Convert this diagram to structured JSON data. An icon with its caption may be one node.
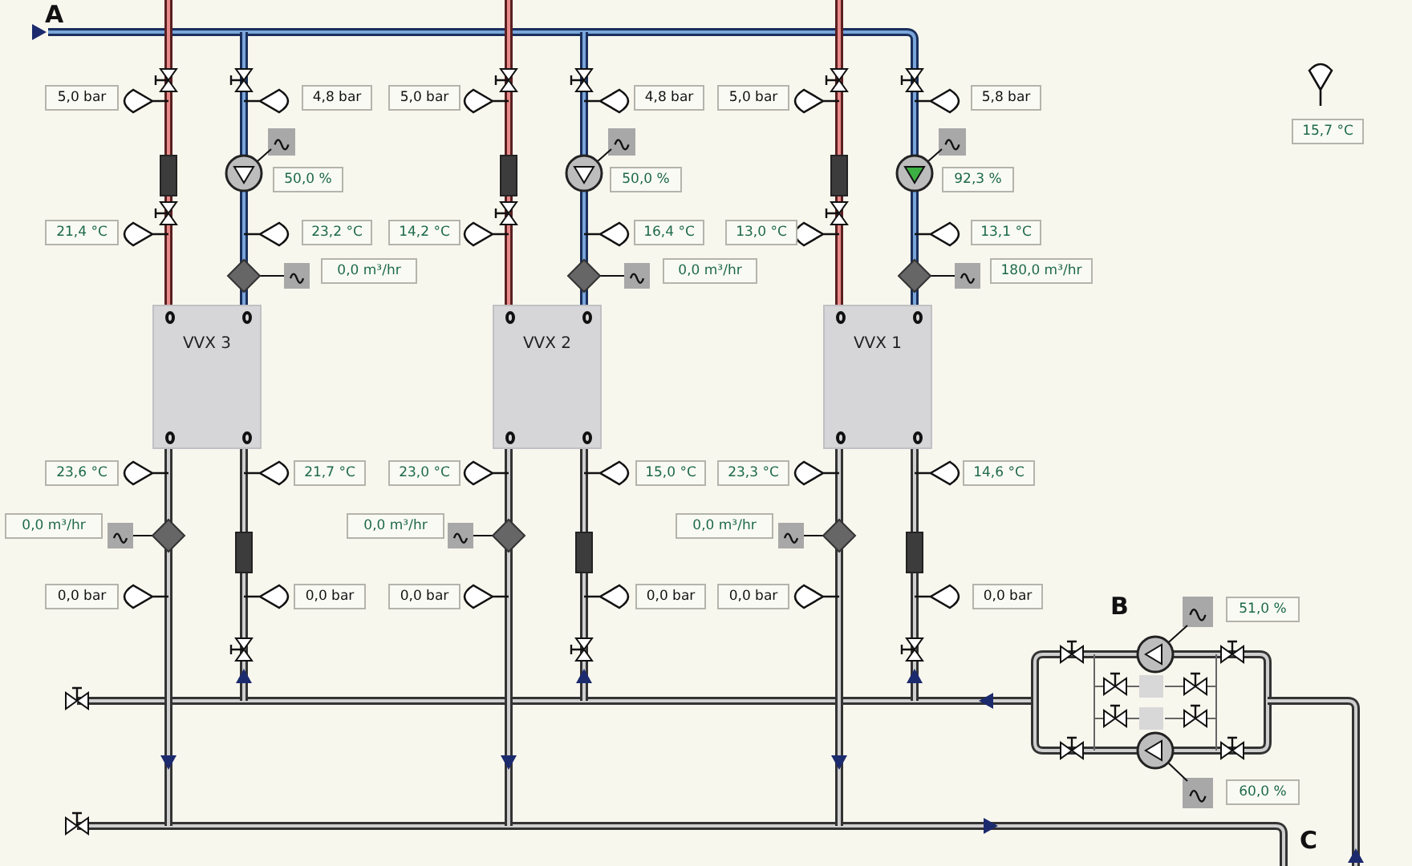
{
  "diagram": {
    "nodes": [
      {
        "text": [
          "VVX 3"
        ]
      },
      {
        "text": [
          "VVX 2"
        ]
      },
      {
        "text": [
          "VVX 1"
        ]
      }
    ],
    "labels": [
      "A",
      "5,0 bar",
      "4,8 bar",
      "5,0 bar",
      "4,8 bar",
      "5,0 bar",
      "5,8 bar",
      "15,7 °C",
      "50,0 %",
      "50,0 %",
      "92,3 %",
      "21,4 °C",
      "23,2 °C",
      "14,2 °C",
      "16,4 °C",
      "13,0 °C",
      "13,1 °C",
      "0,0 m³/hr",
      "0,0 m³/hr",
      "180,0 m³/hr",
      "23,6 °C",
      "21,7 °C",
      "23,0 °C",
      "15,0 °C",
      "23,3 °C",
      "14,6 °C",
      "0,0 m³/hr",
      "0,0 m³/hr",
      "0,0 m³/hr",
      "0,0 bar",
      "0,0 bar",
      "0,0 bar",
      "0,0 bar",
      "0,0 bar",
      "0,0 bar",
      "B",
      "51,0 %",
      "60,0 %",
      "C"
    ]
  }
}
